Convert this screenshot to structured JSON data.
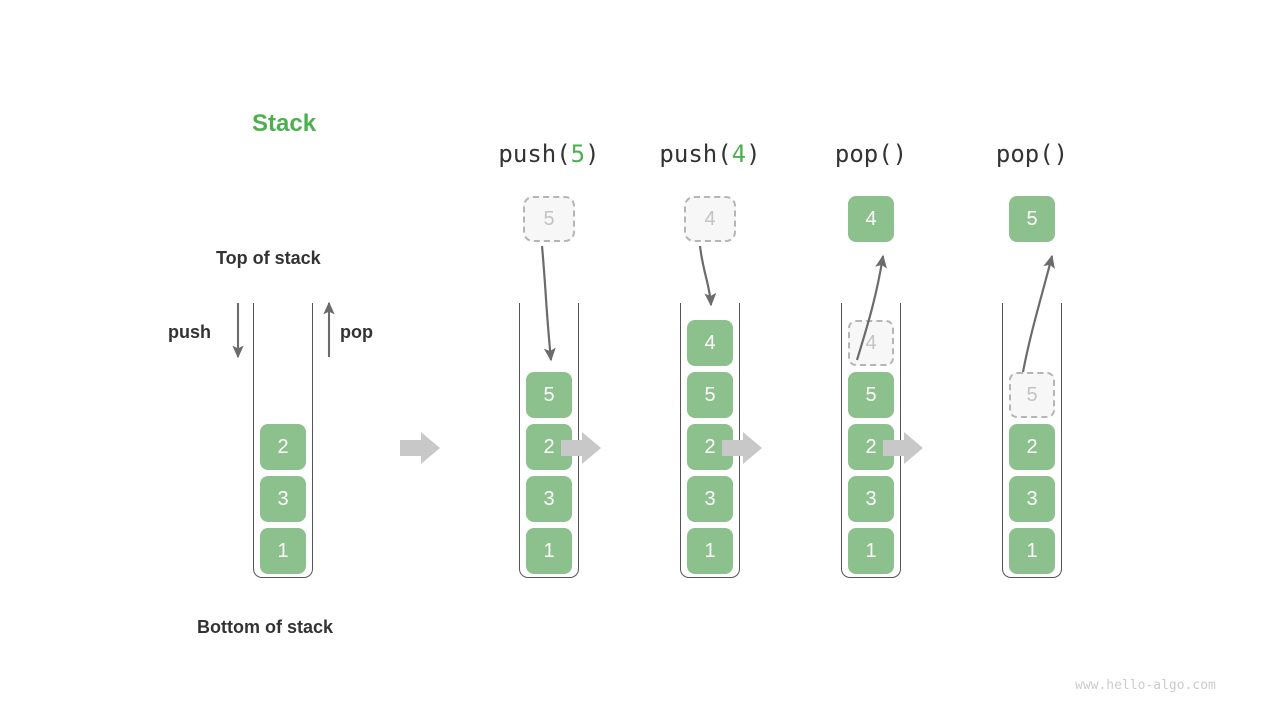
{
  "title": "Stack",
  "labels": {
    "top_of_stack": "Top of stack",
    "bottom_of_stack": "Bottom of stack",
    "push": "push",
    "pop": "pop"
  },
  "watermark": "www.hello-algo.com",
  "colors": {
    "accent_green": "#4CAF50",
    "cell_green": "#8CC08C",
    "cell_text": "#ffffff",
    "ghost_fill": "#f7f7f7",
    "ghost_border": "#b5b5b5",
    "ghost_text": "#c3c3c3",
    "wall": "#555555",
    "arrow": "#6b6b6b",
    "flow_arrow": "#c8c8c8",
    "label_text": "#333333",
    "watermark_text": "#cccccc"
  },
  "columns": [
    {
      "name": "initial",
      "op_label": null,
      "op_name": null,
      "op_arg": null,
      "incoming_ghost": null,
      "outgoing_cell": null,
      "cells": [
        {
          "value": "2",
          "state": "solid"
        },
        {
          "value": "3",
          "state": "solid"
        },
        {
          "value": "1",
          "state": "solid"
        }
      ]
    },
    {
      "name": "push-5",
      "op_label": "push(5)",
      "op_name": "push",
      "op_arg": "5",
      "incoming_ghost": "5",
      "outgoing_cell": null,
      "cells": [
        {
          "value": "5",
          "state": "solid"
        },
        {
          "value": "2",
          "state": "solid"
        },
        {
          "value": "3",
          "state": "solid"
        },
        {
          "value": "1",
          "state": "solid"
        }
      ]
    },
    {
      "name": "push-4",
      "op_label": "push(4)",
      "op_name": "push",
      "op_arg": "4",
      "incoming_ghost": "4",
      "outgoing_cell": null,
      "cells": [
        {
          "value": "4",
          "state": "solid"
        },
        {
          "value": "5",
          "state": "solid"
        },
        {
          "value": "2",
          "state": "solid"
        },
        {
          "value": "3",
          "state": "solid"
        },
        {
          "value": "1",
          "state": "solid"
        }
      ]
    },
    {
      "name": "pop-4",
      "op_label": "pop()",
      "op_name": "pop",
      "op_arg": "",
      "incoming_ghost": null,
      "outgoing_cell": "4",
      "cells": [
        {
          "value": "4",
          "state": "ghost"
        },
        {
          "value": "5",
          "state": "solid"
        },
        {
          "value": "2",
          "state": "solid"
        },
        {
          "value": "3",
          "state": "solid"
        },
        {
          "value": "1",
          "state": "solid"
        }
      ]
    },
    {
      "name": "pop-5",
      "op_label": "pop()",
      "op_name": "pop",
      "op_arg": "",
      "incoming_ghost": null,
      "outgoing_cell": "5",
      "cells": [
        {
          "value": "5",
          "state": "ghost"
        },
        {
          "value": "2",
          "state": "solid"
        },
        {
          "value": "3",
          "state": "solid"
        },
        {
          "value": "1",
          "state": "solid"
        }
      ]
    }
  ]
}
